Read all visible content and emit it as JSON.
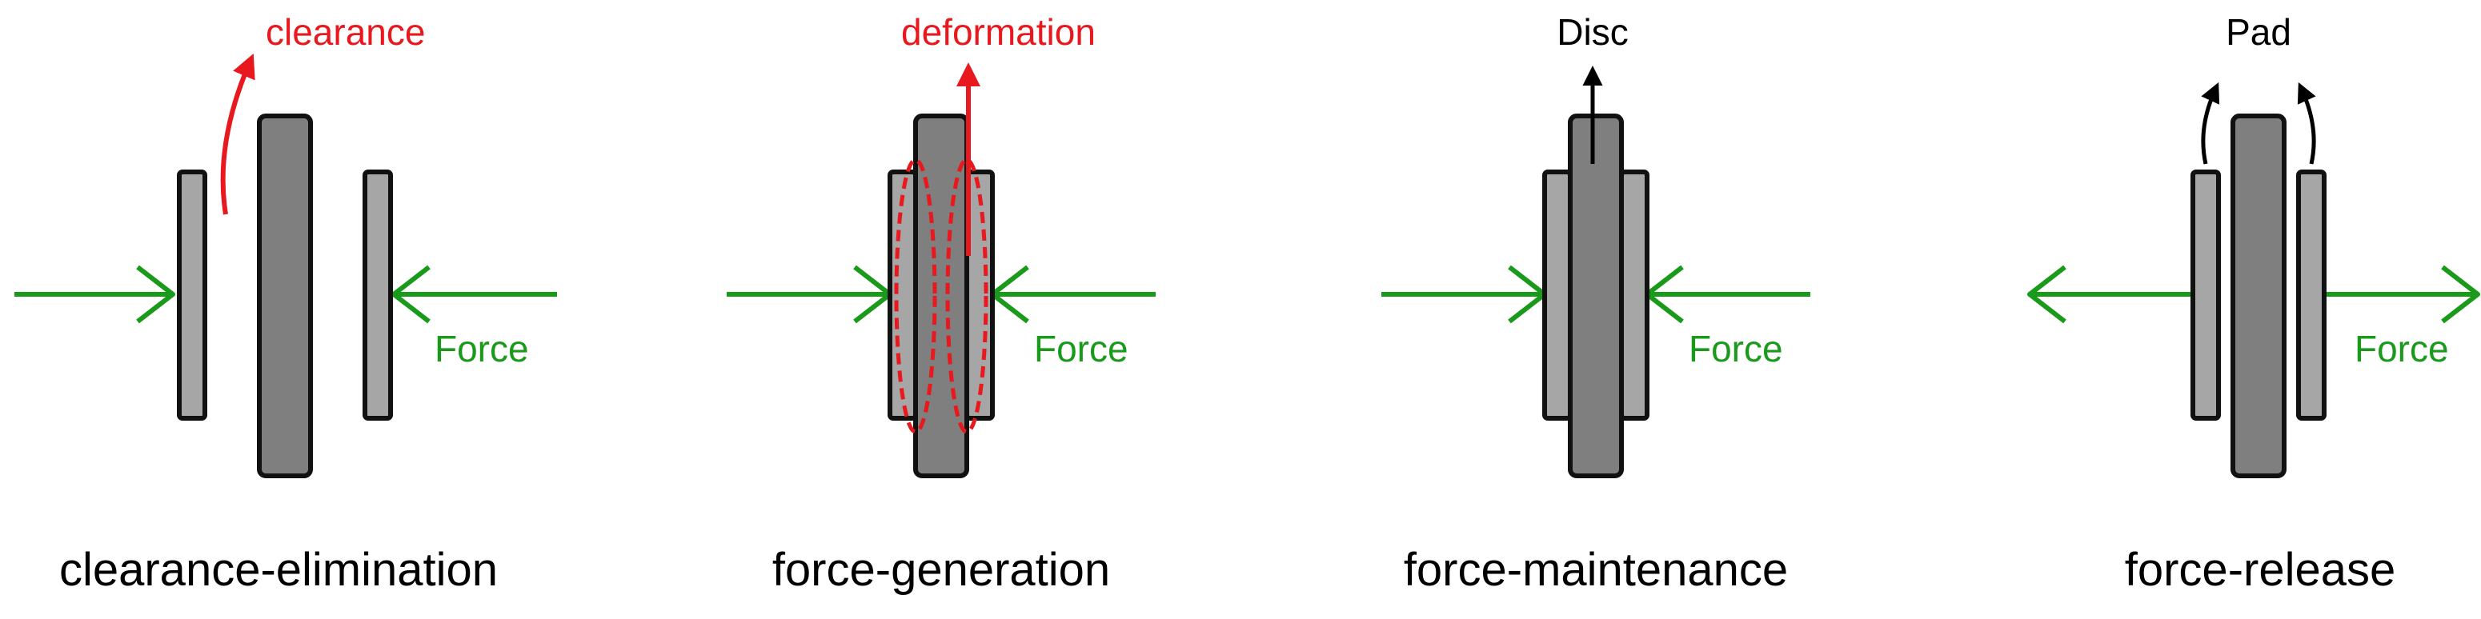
{
  "colors": {
    "force": "#1a9a1a",
    "highlight": "#e8191e",
    "disc_fill": "#7f7f7f",
    "pad_fill": "#a6a6a6",
    "outline": "#111111",
    "text": "#000000"
  },
  "panels": [
    {
      "id": "clearance-elimination",
      "caption": "clearance-elimination",
      "annotation": "clearance",
      "force_label": "Force"
    },
    {
      "id": "force-generation",
      "caption": "force-generation",
      "annotation": "deformation",
      "force_label": "Force"
    },
    {
      "id": "force-maintenance",
      "caption": "force-maintenance",
      "annotation": "Disc",
      "force_label": "Force"
    },
    {
      "id": "force-release",
      "caption": "force-release",
      "annotation": "Pad",
      "force_label": "Force"
    }
  ]
}
